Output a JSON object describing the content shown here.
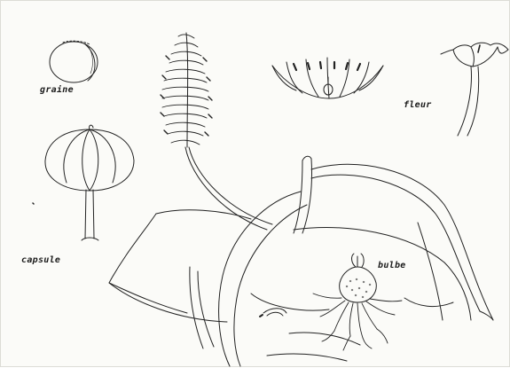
{
  "labels": {
    "graine": "graine",
    "capsule": "capsule",
    "fleur": "fleur",
    "bulbe": "bulbe"
  },
  "colors": {
    "ink": "#222222",
    "paper": "#fbfbf8"
  }
}
